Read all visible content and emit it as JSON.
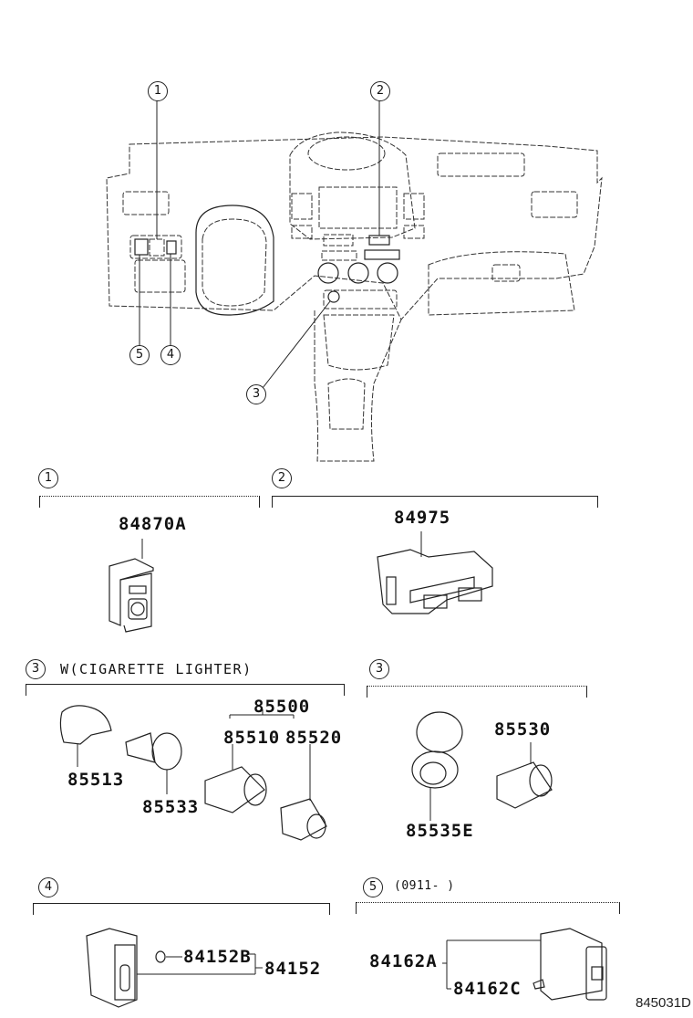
{
  "diagram": {
    "title_code": "845031D",
    "overview": {
      "callouts": [
        {
          "id": "1",
          "label": "1"
        },
        {
          "id": "2",
          "label": "2"
        },
        {
          "id": "3",
          "label": "3"
        },
        {
          "id": "4",
          "label": "4"
        },
        {
          "id": "5",
          "label": "5"
        }
      ]
    },
    "sections": [
      {
        "callout": "1",
        "heading": "",
        "parts": [
          "84870A"
        ]
      },
      {
        "callout": "2",
        "heading": "",
        "parts": [
          "84975"
        ]
      },
      {
        "callout": "3",
        "heading": "W(CIGARETTE LIGHTER)",
        "parts": [
          "85500",
          "85510",
          "85520",
          "85513",
          "85533"
        ]
      },
      {
        "callout": "3",
        "heading": "",
        "parts": [
          "85530",
          "85535E"
        ]
      },
      {
        "callout": "4",
        "heading": "",
        "parts": [
          "84152B",
          "84152"
        ]
      },
      {
        "callout": "5",
        "heading": "(0911-      )",
        "parts": [
          "84162A",
          "84162C"
        ]
      }
    ]
  }
}
